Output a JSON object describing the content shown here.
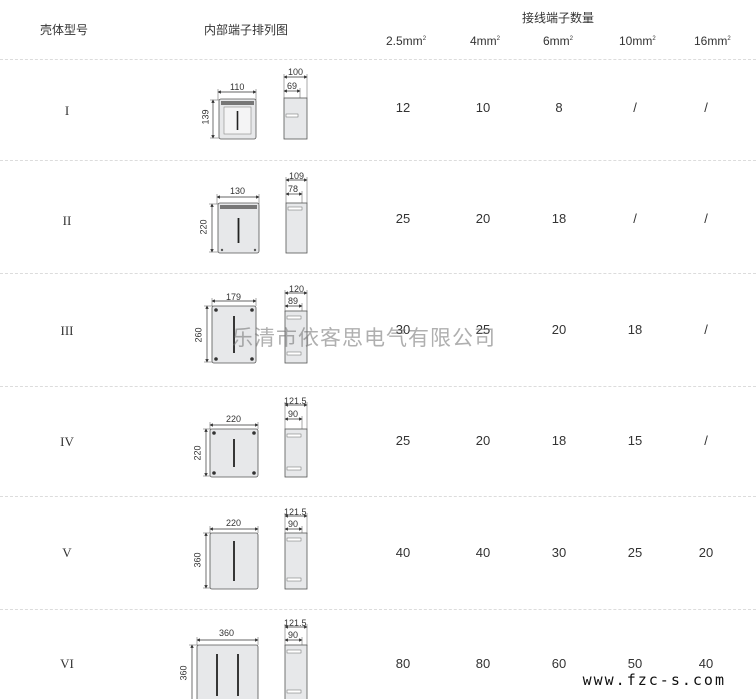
{
  "header": {
    "col_model": "壳体型号",
    "col_layout": "内部端子排列图",
    "col_count": "接线端子数量",
    "sizes": [
      {
        "base": "2.5mm",
        "exp": "2"
      },
      {
        "base": "4mm",
        "exp": "2"
      },
      {
        "base": "6mm",
        "exp": "2"
      },
      {
        "base": "10mm",
        "exp": "2"
      },
      {
        "base": "16mm",
        "exp": "2"
      }
    ]
  },
  "rows": [
    {
      "model": "I",
      "front_w": "110",
      "front_h": "139",
      "side_d": "100",
      "side_inner": "69",
      "counts": [
        "12",
        "10",
        "8",
        "/",
        "/"
      ]
    },
    {
      "model": "II",
      "front_w": "130",
      "front_h": "220",
      "side_d": "109",
      "side_inner": "78",
      "counts": [
        "25",
        "20",
        "18",
        "/",
        "/"
      ]
    },
    {
      "model": "III",
      "front_w": "179",
      "front_h": "260",
      "side_d": "120",
      "side_inner": "89",
      "counts": [
        "30",
        "25",
        "20",
        "18",
        "/"
      ]
    },
    {
      "model": "IV",
      "front_w": "220",
      "front_h": "220",
      "side_d": "121.5",
      "side_inner": "90",
      "counts": [
        "25",
        "20",
        "18",
        "15",
        "/"
      ]
    },
    {
      "model": "V",
      "front_w": "220",
      "front_h": "360",
      "side_d": "121.5",
      "side_inner": "90",
      "counts": [
        "40",
        "40",
        "30",
        "25",
        "20"
      ]
    },
    {
      "model": "VI",
      "front_w": "360",
      "front_h": "360",
      "side_d": "121.5",
      "side_inner": "90",
      "counts": [
        "80",
        "80",
        "60",
        "50",
        "40"
      ]
    }
  ],
  "watermark": "乐清市依客思电气有限公司",
  "site": "www.fzc-s.com"
}
